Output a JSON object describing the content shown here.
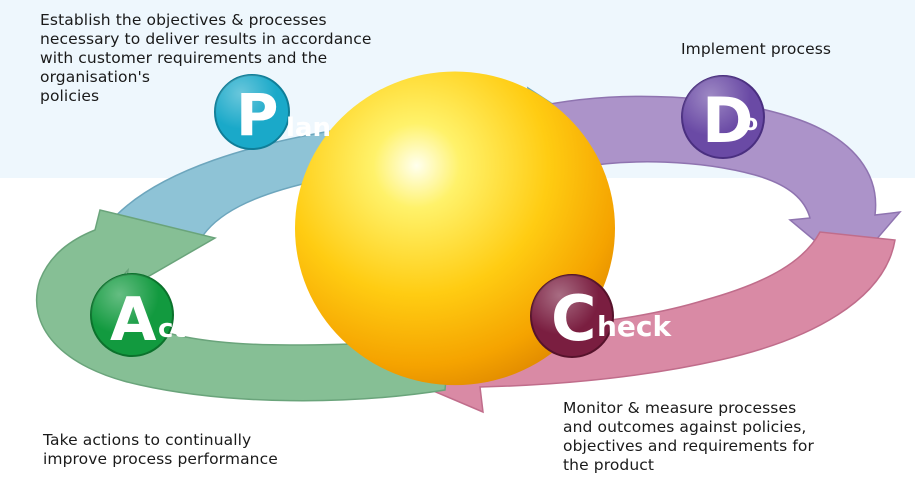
{
  "stages": {
    "plan": {
      "letter": "P",
      "rest": "lan",
      "color": "#1aa9c9",
      "arrow_color": "#8ec3d6",
      "description": [
        "Establish the objectives & processes",
        "necessary to deliver results in accordance",
        "with customer requirements and the",
        "organisation's",
        "policies"
      ]
    },
    "do": {
      "letter": "D",
      "rest": "o",
      "color": "#6a4aa5",
      "arrow_color": "#ac93c9",
      "description": [
        "Implement process"
      ]
    },
    "check": {
      "letter": "C",
      "rest": "heck",
      "color": "#7a1e40",
      "arrow_color": "#d98aa5",
      "description": [
        "Monitor & measure processes",
        "and outcomes against policies,",
        "objectives and requirements for",
        "the product"
      ]
    },
    "act": {
      "letter": "A",
      "rest": "ct",
      "color": "#129a3f",
      "arrow_color": "#86bf95",
      "description": [
        "Take actions to continually",
        "improve process performance"
      ]
    }
  }
}
